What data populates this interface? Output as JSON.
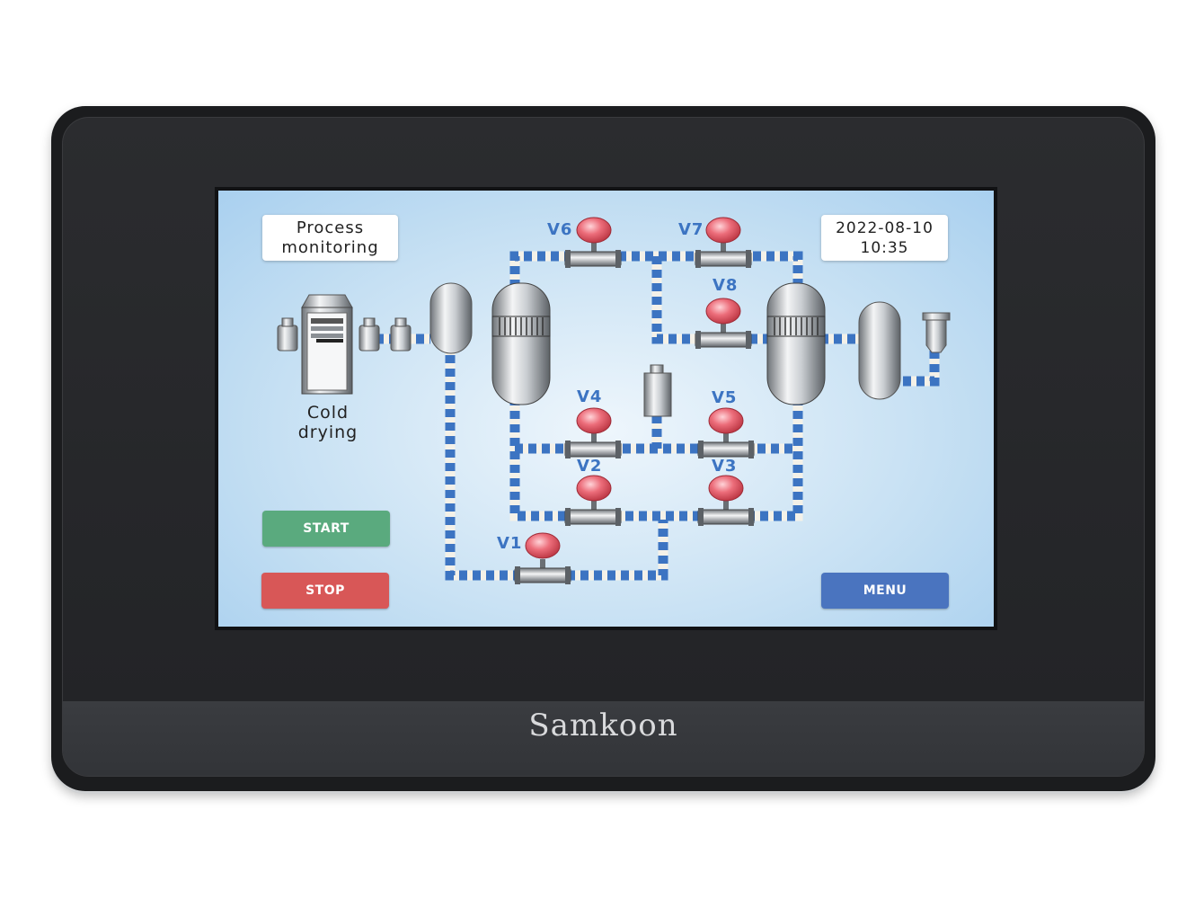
{
  "device": {
    "brand": "Samkoon"
  },
  "screen": {
    "title_line1": "Process",
    "title_line2": "monitoring",
    "date": "2022-08-10",
    "time": "10:35",
    "cold_drying_line1": "Cold",
    "cold_drying_line2": "drying"
  },
  "buttons": {
    "start": "START",
    "stop": "STOP",
    "menu": "MENU"
  },
  "valves": {
    "v1": "V1",
    "v2": "V2",
    "v3": "V3",
    "v4": "V4",
    "v5": "V5",
    "v6": "V6",
    "v7": "V7",
    "v8": "V8"
  },
  "colors": {
    "pipe_blue": "#3c74c2",
    "valve_red": "#e05a68",
    "start_green": "#5aaa7e",
    "stop_red": "#d85757",
    "menu_blue": "#4a74bf"
  }
}
